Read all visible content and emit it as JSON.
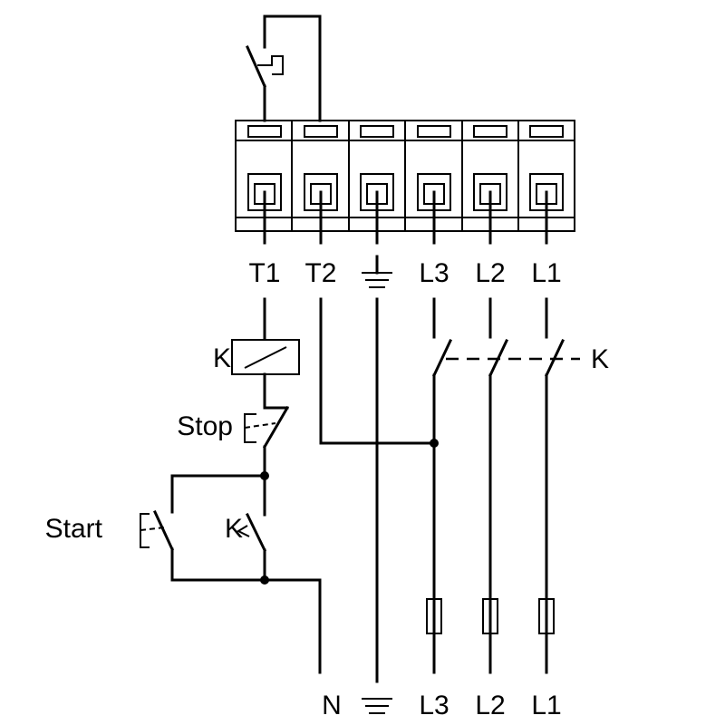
{
  "terminal_block": {
    "terminals": [
      {
        "id": "t1",
        "label": "T1"
      },
      {
        "id": "t2",
        "label": "T2"
      },
      {
        "id": "pe",
        "label": ""
      },
      {
        "id": "l3",
        "label": "L3"
      },
      {
        "id": "l2",
        "label": "L2"
      },
      {
        "id": "l1",
        "label": "L1"
      }
    ]
  },
  "contactor": {
    "coil_label": "K",
    "main_contacts_label": "K",
    "holding_contact_label": "K"
  },
  "buttons": {
    "stop_label": "Stop",
    "start_label": "Start"
  },
  "supply": {
    "neutral_label": "N",
    "l3_label": "L3",
    "l2_label": "L2",
    "l1_label": "L1"
  }
}
